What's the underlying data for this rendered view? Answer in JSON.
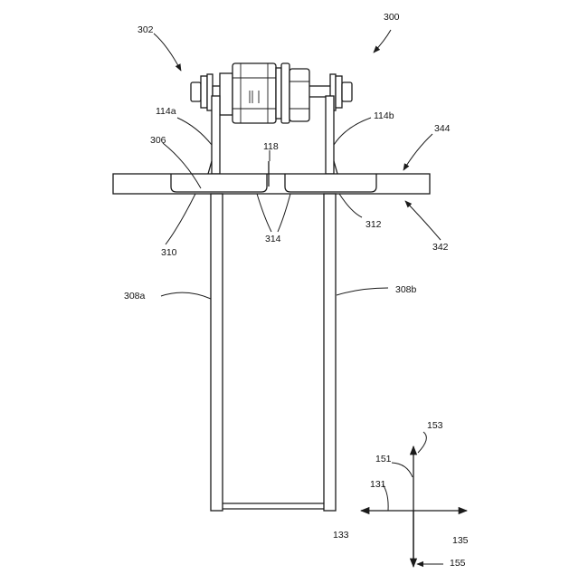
{
  "figure": {
    "labels": {
      "assembly": "300",
      "joint": "302",
      "plate_left": "114a",
      "plate_right": "114b",
      "gap": "118",
      "plate_top": "344",
      "plate_bottom": "342",
      "weld_top": "306",
      "weld_left": "310",
      "weld_center": "314",
      "weld_right": "312",
      "leg_left": "308a",
      "leg_right": "308b",
      "axis_up": "153",
      "axis_up_vec": "151",
      "axis_left_vec": "131",
      "axis_left": "133",
      "axis_right": "135",
      "axis_down": "155"
    },
    "colors": {
      "line": "#1a1a1a",
      "background": "#ffffff"
    }
  }
}
